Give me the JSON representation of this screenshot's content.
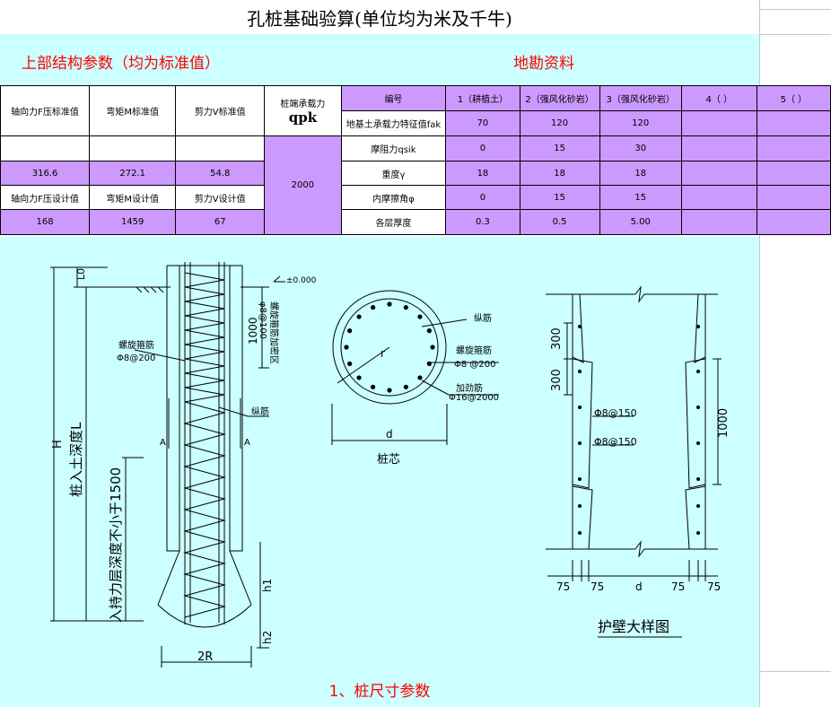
{
  "header": {
    "title": "孔桩基础验算(单位均为米及千牛)"
  },
  "sections": {
    "left_title": "上部结构参数（均为标准值）",
    "right_title": "地勘资料"
  },
  "loads": {
    "std_labels": [
      "轴向力F压标准值",
      "弯矩M标准值",
      "剪力V标准值"
    ],
    "std_values": [
      "316.6",
      "272.1",
      "54.8"
    ],
    "design_labels": [
      "轴向力F压设计值",
      "弯矩M设计值",
      "剪力V设计值"
    ],
    "design_values": [
      "168",
      "1459",
      "67"
    ]
  },
  "pile_end": {
    "label": "桩端承载力",
    "symbol": "qpk",
    "value": "2000"
  },
  "geo": {
    "columns": [
      "编号",
      "1（耕植土）",
      "2（强风化砂岩）",
      "3（强风化砂岩）",
      "4（ ）",
      "5（ ）"
    ],
    "rows": [
      {
        "label": "地基土承载力特征值fak",
        "values": [
          "70",
          "120",
          "120",
          "",
          ""
        ]
      },
      {
        "label": "摩阻力qsik",
        "values": [
          "0",
          "15",
          "30",
          "",
          ""
        ]
      },
      {
        "label": "重度γ",
        "values": [
          "18",
          "18",
          "18",
          "",
          ""
        ]
      },
      {
        "label": "内摩擦角φ",
        "values": [
          "0",
          "15",
          "15",
          "",
          ""
        ]
      },
      {
        "label": "各层厚度",
        "values": [
          "0.3",
          "0.5",
          "5.00",
          "",
          ""
        ]
      }
    ]
  },
  "drawing": {
    "pile": {
      "L0": "L0",
      "elevation": "±0.000",
      "len1000": "1000",
      "zone": "螺旋箍筋加密区",
      "zone_spacing": "φ8@100",
      "spiral": "螺旋箍筋",
      "spiral_spacing": "Φ8@200",
      "longbar": "纵筋",
      "section_a": "A",
      "H": "H",
      "depth": "桩入土深度L",
      "bearing": "入持力层深度不小于1500",
      "h1": "h1",
      "h2": "h2",
      "twoR": "2R"
    },
    "core": {
      "longbar": "纵筋",
      "spiral": "螺旋箍筋",
      "spiral_spacing": "Φ8 @200",
      "stiff": "加劲筋",
      "stiff_spacing": "Φ16@2000",
      "r": "r",
      "d": "d",
      "caption": "桩芯"
    },
    "wall": {
      "d300a": "300",
      "d300b": "300",
      "d1000": "1000",
      "bar1": "Φ8@150",
      "bar2": "Φ8@150",
      "d75a": "75",
      "d75b": "75",
      "d_mid": "d",
      "d75c": "75",
      "d75d": "75",
      "caption": "护壁大样图"
    }
  },
  "footer": {
    "caption": "1、桩尺寸参数"
  },
  "colors": {
    "band": "#ccffff",
    "cell": "#cc99ff",
    "title_red": "#ff0000",
    "line": "#0000ff"
  }
}
